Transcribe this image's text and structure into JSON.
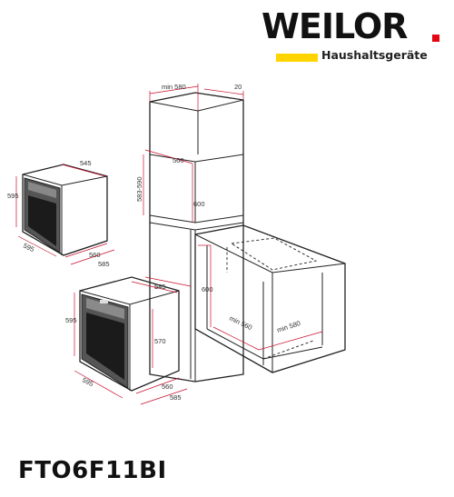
{
  "brand": {
    "name": "WEILOR",
    "subtitle": "Haushaltsgeräte",
    "dot_color": "#e30613",
    "bar_color": "#ffd400"
  },
  "model": "FTO6F11BI",
  "cabinet_dims": {
    "top_width": "min 580",
    "top_gap": "20",
    "upper_depth": "560",
    "upper_height": "583-590",
    "mid_height": "600",
    "base_height": "600",
    "base_depth": "min 560",
    "base_width": "min 580",
    "lower_depth": "545"
  },
  "oven_top_dims": {
    "depth": "545",
    "height": "595",
    "width": "595",
    "inner_depth": "560",
    "total_depth": "585"
  },
  "oven_bottom_dims": {
    "height": "595",
    "inner_height": "570",
    "width": "595",
    "inner_depth": "560",
    "total_depth": "585",
    "top_depth": "545"
  },
  "colors": {
    "dimension_lines": "#c8102e",
    "outline": "#222222"
  }
}
